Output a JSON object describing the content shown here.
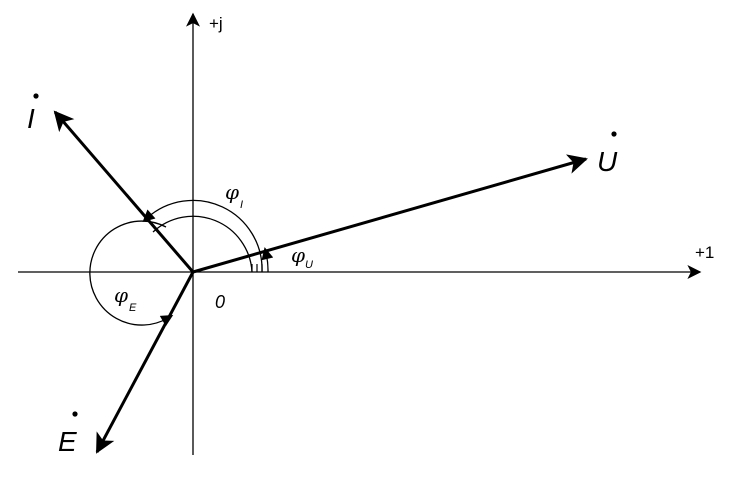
{
  "axes": {
    "real_label": "+1",
    "imag_label": "+j",
    "origin_label": "0"
  },
  "phasors": {
    "U": {
      "symbol": "U"
    },
    "I": {
      "symbol": "I"
    },
    "E": {
      "symbol": "E"
    }
  },
  "angles": {
    "phi_U": {
      "symbol": "φ",
      "subscript": "U"
    },
    "phi_I": {
      "symbol": "φ",
      "subscript": "I"
    },
    "phi_E": {
      "symbol": "φ",
      "subscript": "E"
    }
  }
}
